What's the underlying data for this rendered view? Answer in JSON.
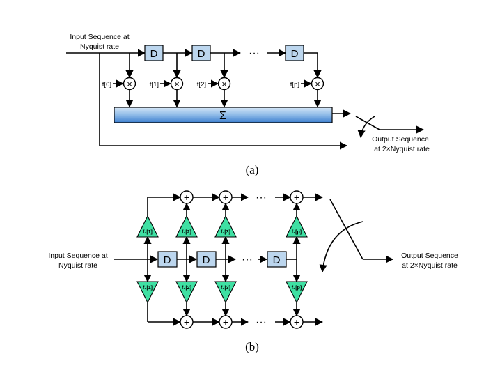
{
  "panel_a": {
    "input_label_1": "Input Sequence at",
    "input_label_2": "Nyquist rate",
    "delay": "D",
    "ellipsis": "···",
    "coef_labels": [
      "f[0]",
      "f[1]",
      "f[2]",
      "f[p]"
    ],
    "multiply_symbol": "×",
    "sum_symbol": "Σ",
    "output_label_1": "Output Sequence",
    "output_label_2": "at 2×Nyquist rate",
    "caption": "(a)",
    "colors": {
      "delay_fill": "#bcd6ee",
      "sum_light": "#9ec5ea",
      "sum_dark": "#3d7fcf"
    }
  },
  "panel_b": {
    "input_label_1": "Input Sequence at",
    "input_label_2": "Nyquist rate",
    "delay": "D",
    "ellipsis": "···",
    "upper_coef_labels": [
      "f₁[1]",
      "f₁[2]",
      "f₁[3]",
      "f₁[p]"
    ],
    "lower_coef_labels": [
      "f₂[1]",
      "f₂[2]",
      "f₂[3]",
      "f₂[p]"
    ],
    "add_symbol": "+",
    "output_label_1": "Output Sequence",
    "output_label_2": "at 2×Nyquist rate",
    "caption": "(b)",
    "colors": {
      "triangle_fill": "#3fe0a3",
      "delay_fill": "#bcd6ee"
    }
  }
}
